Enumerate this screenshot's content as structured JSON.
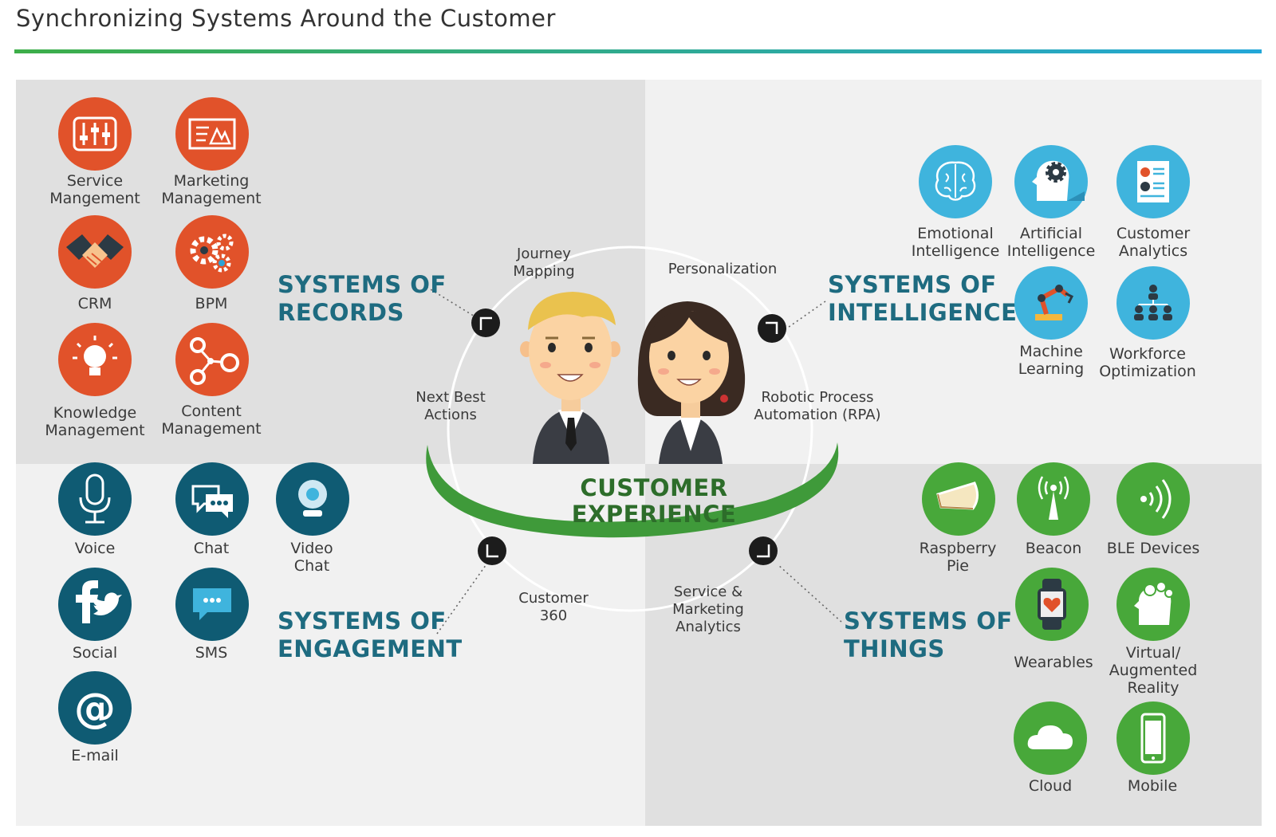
{
  "title": "Synchronizing Systems Around the Customer",
  "colors": {
    "accent_green": "#3dae49",
    "accent_blue": "#23a7d8",
    "records_orange": "#e1522a",
    "engagement_teal": "#0f5b73",
    "intelligence_blue": "#3fb4dd",
    "things_green": "#48a83a",
    "heading_teal": "#1e6b80",
    "cx_green": "#2d6d2a"
  },
  "systems": {
    "records": "SYSTEMS OF\nRECORDS",
    "intelligence": "SYSTEMS OF\nINTELLIGENCE",
    "engagement": "SYSTEMS OF\nENGAGEMENT",
    "things": "SYSTEMS OF\nTHINGS"
  },
  "center": {
    "customer_experience": "CUSTOMER\nEXPERIENCE",
    "journey_mapping": "Journey\nMapping",
    "personalization": "Personalization",
    "next_best_actions": "Next Best\nActions",
    "rpa": "Robotic Process\nAutomation (RPA)",
    "customer_360": "Customer\n360",
    "service_marketing_analytics": "Service &\nMarketing\nAnalytics"
  },
  "records_items": [
    {
      "label": "Service\nMangement",
      "icon": "sliders-icon"
    },
    {
      "label": "Marketing\nManagement",
      "icon": "presentation-chart-icon"
    },
    {
      "label": "CRM",
      "icon": "handshake-icon"
    },
    {
      "label": "BPM",
      "icon": "gears-icon"
    },
    {
      "label": "Knowledge\nManagement",
      "icon": "lightbulb-icon"
    },
    {
      "label": "Content\nManagement",
      "icon": "share-nodes-icon"
    }
  ],
  "intelligence_items": [
    {
      "label": "Emotional\nIntelligence",
      "icon": "brain-icon"
    },
    {
      "label": "Artificial\nIntelligence",
      "icon": "ai-head-gear-icon"
    },
    {
      "label": "Customer\nAnalytics",
      "icon": "report-chart-icon"
    },
    {
      "label": "Machine\nLearning",
      "icon": "robot-arm-icon"
    },
    {
      "label": "Workforce\nOptimization",
      "icon": "org-chart-icon"
    }
  ],
  "engagement_items": [
    {
      "label": "Voice",
      "icon": "microphone-icon"
    },
    {
      "label": "Chat",
      "icon": "chat-bubbles-icon"
    },
    {
      "label": "Video\nChat",
      "icon": "webcam-icon"
    },
    {
      "label": "Social",
      "icon": "facebook-twitter-icon"
    },
    {
      "label": "SMS",
      "icon": "sms-bubble-icon"
    },
    {
      "label": "E-mail",
      "icon": "at-sign-icon"
    }
  ],
  "things_items": [
    {
      "label": "Raspberry\nPie",
      "icon": "pie-slice-icon"
    },
    {
      "label": "Beacon",
      "icon": "beacon-tower-icon"
    },
    {
      "label": "BLE Devices",
      "icon": "signal-waves-icon"
    },
    {
      "label": "Wearables",
      "icon": "smartwatch-heart-icon"
    },
    {
      "label": "Virtual/\nAugmented\nReality",
      "icon": "vr-head-icon"
    },
    {
      "label": "Cloud",
      "icon": "cloud-icon"
    },
    {
      "label": "Mobile",
      "icon": "smartphone-icon"
    }
  ]
}
